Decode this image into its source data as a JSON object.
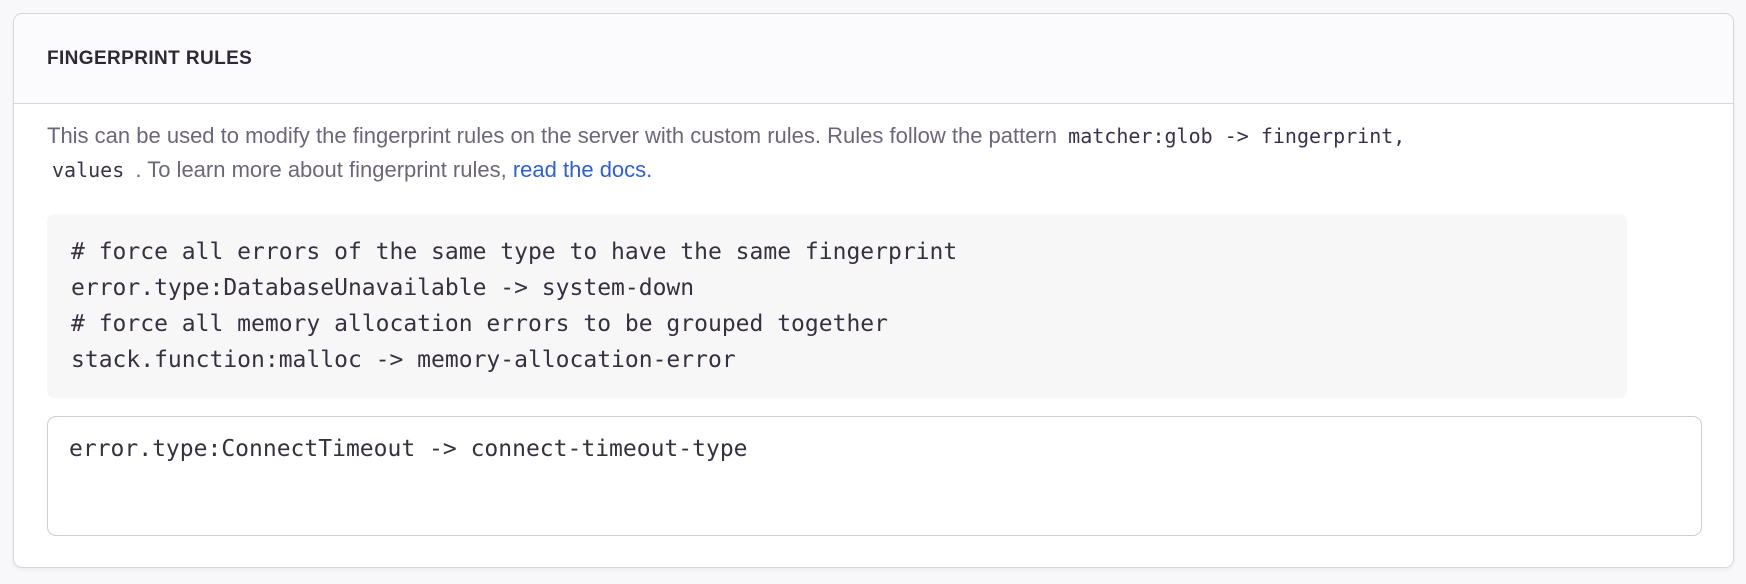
{
  "panel": {
    "title": "FINGERPRINT RULES",
    "description": {
      "intro": "This can be used to modify the fingerprint rules on the server with custom rules. Rules follow the pattern",
      "pattern_code_line1": "matcher:glob -> fingerprint,",
      "pattern_code_line2": "values",
      "middle": ". To learn more about fingerprint rules,",
      "link_label": "read the docs",
      "suffix": "."
    },
    "code_example": "# force all errors of the same type to have the same fingerprint\nerror.type:DatabaseUnavailable -> system-down\n# force all memory allocation errors to be grouped together\nstack.function:malloc -> memory-allocation-error",
    "input": {
      "value": "error.type:ConnectTimeout -> connect-timeout-type"
    }
  },
  "colors": {
    "link": "#2c5fd8",
    "title_text": "#2f2936",
    "panel_border": "#d8d5de",
    "code_block_background": "#f7f7f8"
  }
}
